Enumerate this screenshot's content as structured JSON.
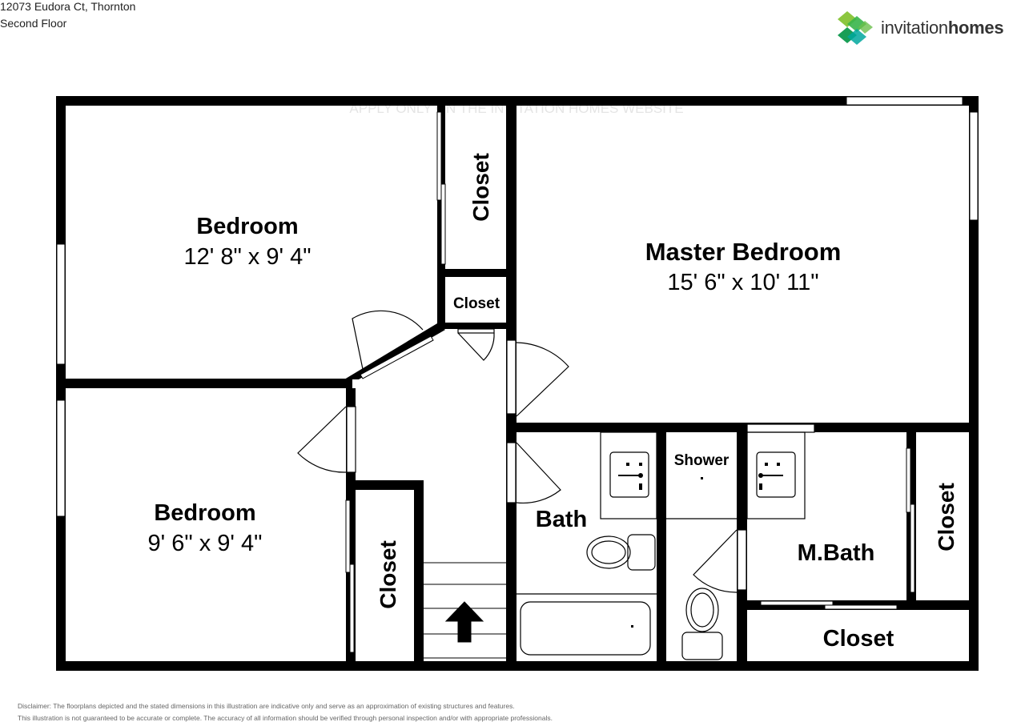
{
  "header": {
    "address": "12073 Eudora Ct, Thornton",
    "floor": "Second Floor"
  },
  "logo": {
    "text_light": "invitation",
    "text_bold": "homes",
    "colors": [
      "#8cc63f",
      "#39b54a",
      "#009444",
      "#00a79d"
    ]
  },
  "watermark": "APPLY ONLY ON THE INVITATION HOMES WEBSITE",
  "rooms": {
    "bedroom1": {
      "name": "Bedroom",
      "dims": "12' 8\" x 9' 4\""
    },
    "bedroom2": {
      "name": "Bedroom",
      "dims": "9' 6\" x 9' 4\""
    },
    "master": {
      "name": "Master Bedroom",
      "dims": "15' 6\" x 10' 11\""
    },
    "bath": "Bath",
    "mbath": "M.Bath",
    "shower": "Shower",
    "closets": [
      "Closet",
      "Closet",
      "Closet",
      "Closet",
      "Closet"
    ]
  },
  "disclaimer": {
    "line1": "Disclaimer: The floorplans depicted and the stated dimensions in this illustration are indicative only and serve as an approximation of existing structures and features.",
    "line2": "This illustration is not guaranteed to be accurate or complete. The accuracy of all information should be verified through personal inspection and/or with appropriate professionals."
  }
}
